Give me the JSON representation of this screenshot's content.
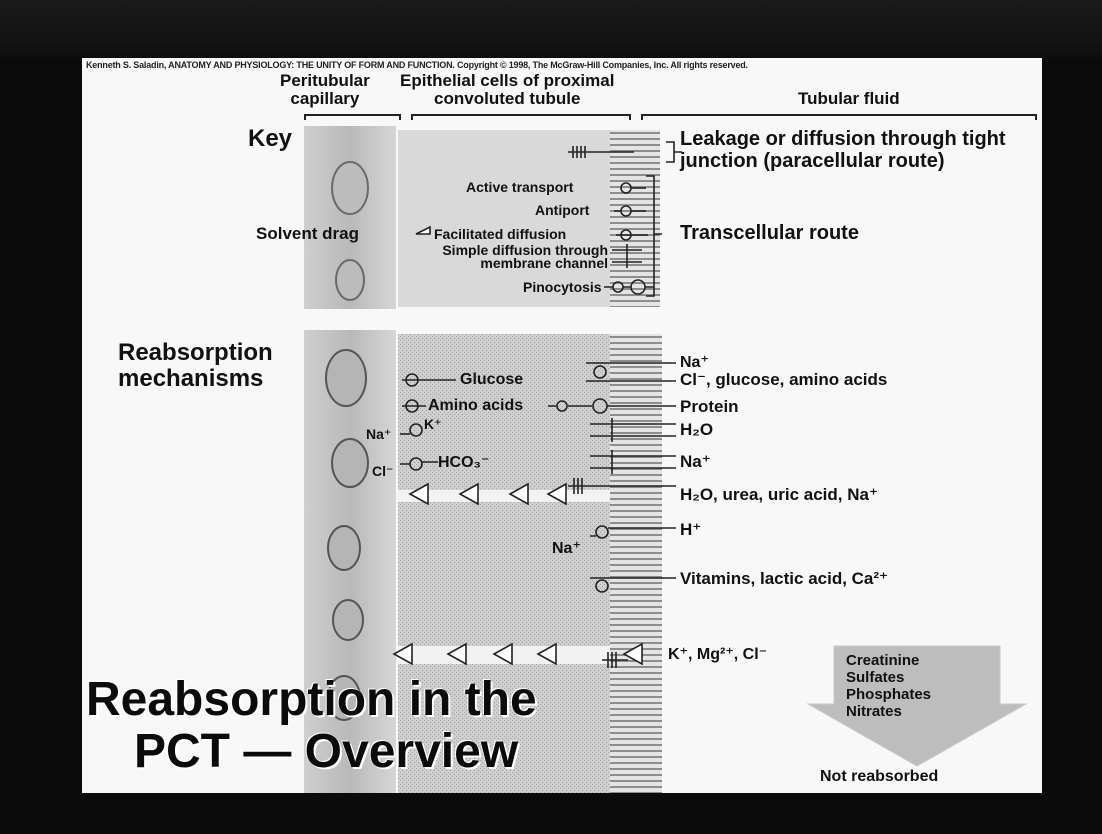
{
  "slide": {
    "copyright": "Kenneth S. Saladin, ANATOMY AND PHYSIOLOGY: THE UNITY OF FORM AND FUNCTION. Copyright © 1998, The McGraw-Hill Companies, Inc. All rights reserved.",
    "title_line1": "Reabsorption in the",
    "title_line2": "PCT — Overview",
    "colors": {
      "frame": "#0b0b0b",
      "slide_background": "#f8f8f8",
      "capillary": "#c8c8c8",
      "epithelium": "#d8d8d8",
      "microvilli": "#a6a6a6",
      "arrow_fill": "#bdbdbd"
    }
  },
  "headers": {
    "peritubular_line1": "Peritubular",
    "peritubular_line2": "capillary",
    "epithelial_line1": "Epithelial cells of proximal",
    "epithelial_line2": "convoluted tubule",
    "tubular_fluid": "Tubular fluid"
  },
  "key": {
    "title": "Key",
    "paracellular_line1": "Leakage or diffusion through tight",
    "paracellular_line2": "junction (paracellular route)",
    "active_transport": "Active transport",
    "antiport": "Antiport",
    "facilitated_diffusion": "Facilitated diffusion",
    "simple_diffusion_line1": "Simple diffusion through",
    "simple_diffusion_line2": "membrane channel",
    "pinocytosis": "Pinocytosis",
    "solvent_drag": "Solvent drag",
    "transcellular_route": "Transcellular route"
  },
  "reabsorption": {
    "title_line1": "Reabsorption",
    "title_line2": "mechanisms",
    "na_apical": "Na⁺",
    "cl_glucose_aa": "Cl⁻, glucose, amino acids",
    "glucose": "Glucose",
    "amino_acids": "Amino acids",
    "protein": "Protein",
    "na_baso": "Na⁺",
    "k": "K⁺",
    "h2o": "H₂O",
    "hco3": "HCO₃⁻",
    "cl_baso": "Cl⁻",
    "na_2": "Na⁺",
    "h2o_urea": "H₂O, urea, uric acid, Na⁺",
    "h": "H⁺",
    "na_3": "Na⁺",
    "vitamins": "Vitamins, lactic acid, Ca²⁺",
    "k_mg_cl": "K⁺, Mg²⁺, Cl⁻"
  },
  "not_reabsorbed": {
    "items": [
      "Creatinine",
      "Sulfates",
      "Phosphates",
      "Nitrates"
    ],
    "label": "Not reabsorbed"
  }
}
